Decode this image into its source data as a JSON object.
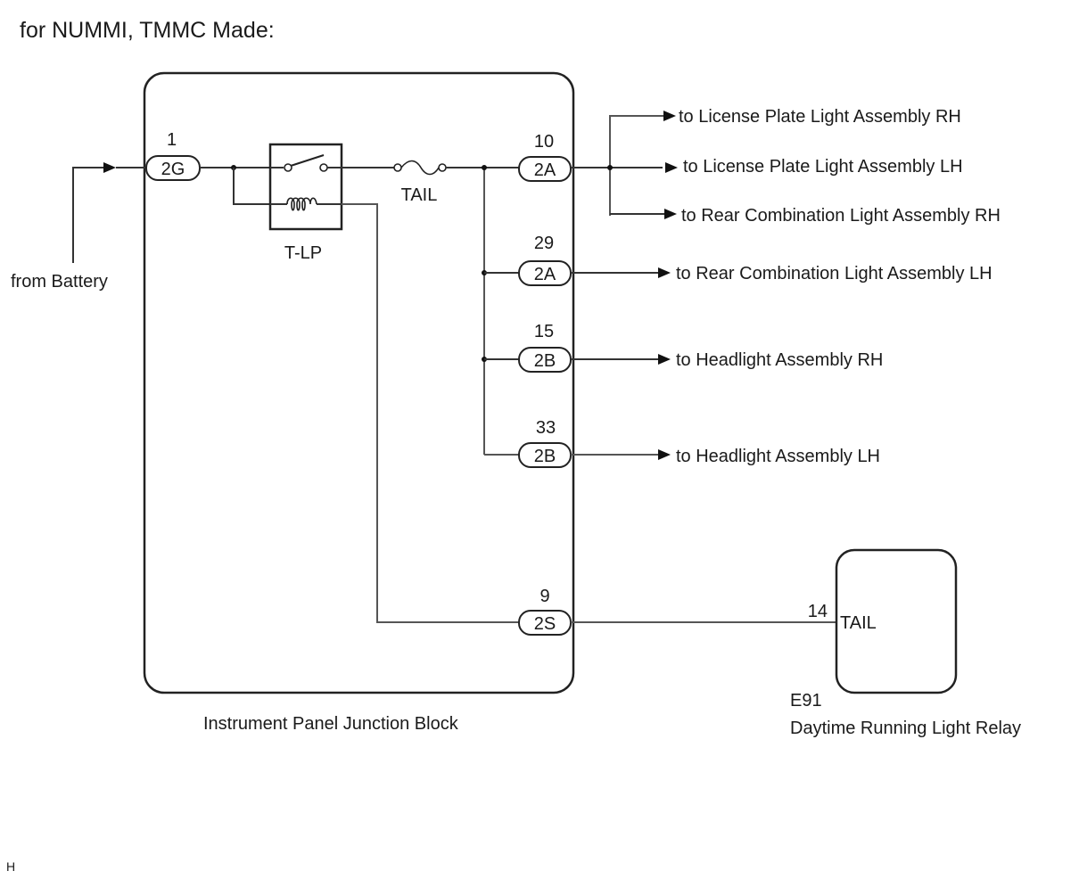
{
  "header": "for NUMMI, TMMC Made:",
  "junction_block": {
    "name": "Instrument Panel Junction Block",
    "relay_name": "T-LP",
    "fuse_name": "TAIL",
    "input": {
      "pin": "1",
      "connector": "2G",
      "source": "from Battery"
    },
    "outputs": [
      {
        "pin": "10",
        "connector": "2A"
      },
      {
        "pin": "29",
        "connector": "2A"
      },
      {
        "pin": "15",
        "connector": "2B"
      },
      {
        "pin": "33",
        "connector": "2B"
      },
      {
        "pin": "9",
        "connector": "2S"
      }
    ]
  },
  "destinations": [
    "to License Plate Light Assembly RH",
    "to License Plate Light Assembly LH",
    "to Rear Combination Light Assembly RH",
    "to Rear Combination Light Assembly LH",
    "to Headlight Assembly RH",
    "to Headlight Assembly LH"
  ],
  "relay_component": {
    "code": "E91",
    "name": "Daytime Running Light Relay",
    "pin": "14",
    "terminal": "TAIL"
  },
  "footer_mark": "H"
}
